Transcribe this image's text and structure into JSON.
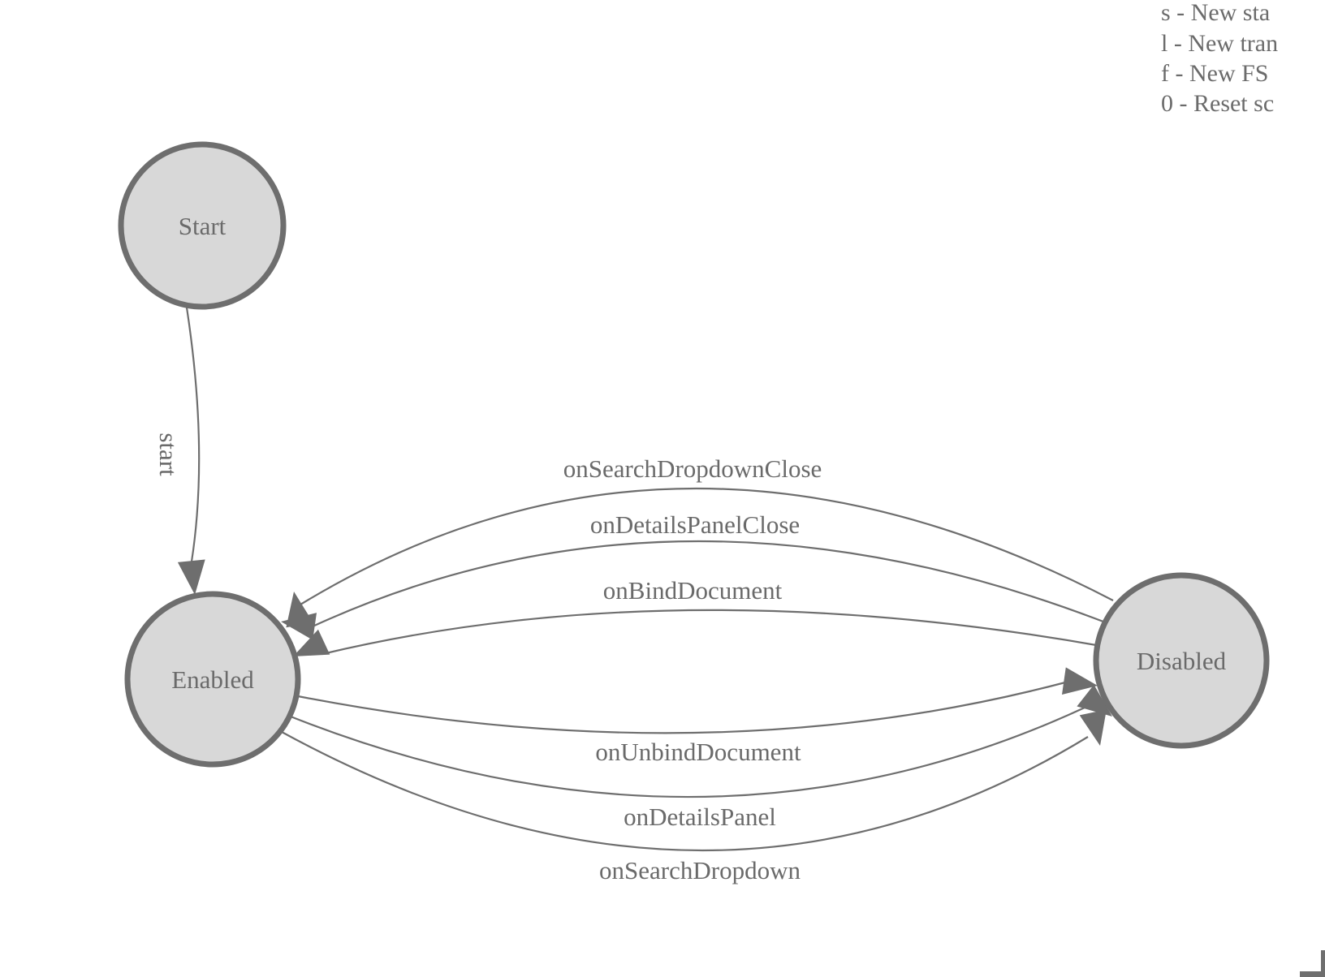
{
  "legend": {
    "shortcuts": [
      {
        "text": "s - New sta"
      },
      {
        "text": "l - New tran"
      },
      {
        "text": "f - New FS"
      },
      {
        "text": "0 - Reset sc"
      }
    ]
  },
  "diagram": {
    "states": [
      {
        "label": "Start"
      },
      {
        "label": "Enabled"
      },
      {
        "label": "Disabled"
      }
    ],
    "transitions": [
      {
        "label": "start",
        "from": "Start",
        "to": "Enabled"
      },
      {
        "label": "onSearchDropdownClose",
        "from": "Disabled",
        "to": "Enabled"
      },
      {
        "label": "onDetailsPanelClose",
        "from": "Disabled",
        "to": "Enabled"
      },
      {
        "label": "onBindDocument",
        "from": "Disabled",
        "to": "Enabled"
      },
      {
        "label": "onUnbindDocument",
        "from": "Enabled",
        "to": "Disabled"
      },
      {
        "label": "onDetailsPanel",
        "from": "Enabled",
        "to": "Disabled"
      },
      {
        "label": "onSearchDropdown",
        "from": "Enabled",
        "to": "Disabled"
      }
    ]
  },
  "colors": {
    "background": "#ffffff",
    "node_fill": "#d8d8d8",
    "node_stroke": "#6e6e6e",
    "edge_stroke": "#6e6e6e",
    "arrow_fill": "#6e6e6e",
    "label_text": "#6a6a6a",
    "legend_text": "#6b6b6b"
  }
}
